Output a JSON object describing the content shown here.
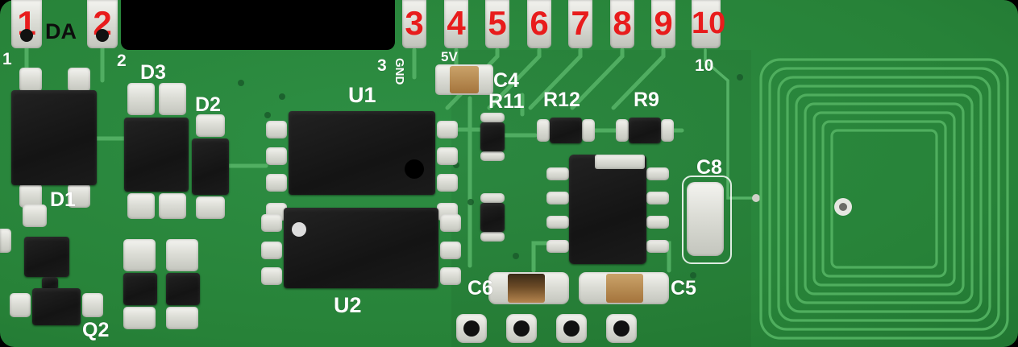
{
  "colors": {
    "board": "#2e8f44",
    "trace": "#55b266",
    "pad": "#e9eae4",
    "red": "#e81c1c",
    "silk": "#ffffff",
    "comp_black": "#171717",
    "cap_tan": "#b5854e"
  },
  "pins": {
    "left": [
      {
        "red": "1",
        "silk": "1"
      },
      {
        "red": "2",
        "silk": "2"
      }
    ],
    "da": "DA",
    "top": [
      "3",
      "4",
      "5",
      "6",
      "7",
      "8",
      "9",
      "10"
    ],
    "silk_first": "3",
    "silk_last": "10"
  },
  "silkscreen": {
    "gnd": "GND",
    "v5": "5V"
  },
  "components": {
    "d1": "D1",
    "d2": "D2",
    "d3": "D3",
    "u1": "U1",
    "u2": "U2",
    "q2": "Q2",
    "c4": "C4",
    "c5": "C5",
    "c6": "C6",
    "c8": "C8",
    "r9": "R9",
    "r11": "R11",
    "r12": "R12"
  }
}
